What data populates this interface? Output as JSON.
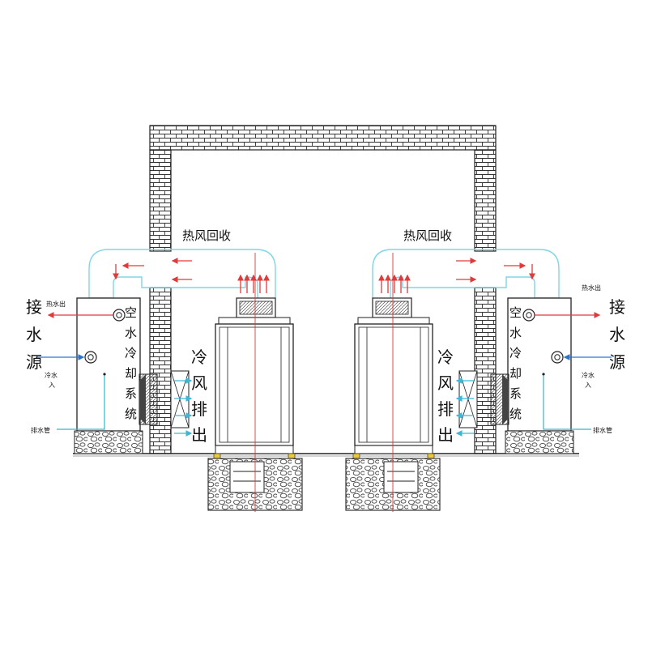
{
  "labels": {
    "heat_recovery_left": "热风回收",
    "heat_recovery_right": "热风回收",
    "cold_air_exhaust": [
      "冷",
      "风",
      "排",
      "出"
    ],
    "water_source": [
      "接",
      "水",
      "源"
    ],
    "air_water_cooling": [
      "空",
      "水",
      "冷",
      "却",
      "系",
      "统"
    ],
    "hot_water_out_left": "热水出",
    "hot_water_out_right": "热水出",
    "cold_water_in": [
      "冷水",
      "入"
    ],
    "drain_pipe": "排水管"
  },
  "colors": {
    "line": "#222222",
    "duct": "#7fd6e6",
    "hot_arrow": "#e23a3a",
    "cold_arrow": "#2c74c9",
    "exhaust_arrow": "#3bb8d6",
    "pipe": "#30b8c8",
    "brick": "#333333",
    "gravel": "#444444",
    "axis": "#d63a3a"
  },
  "icons": {
    "fan": "fan-icon",
    "filter": "filter-icon",
    "arrow": "arrow-icon"
  }
}
